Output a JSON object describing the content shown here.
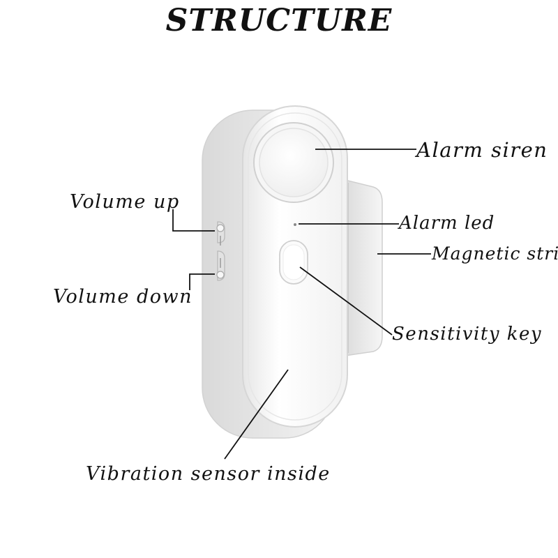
{
  "title": "STRUCTURE",
  "labels": {
    "alarm_siren": "Alarm siren",
    "volume_up": "Volume up",
    "alarm_led": "Alarm led",
    "magnetic_strip": "Magnetic strip",
    "volume_down": "Volume down",
    "sensitivity_key": "Sensitivity key",
    "vibration_sensor": "Vibration sensor inside"
  }
}
